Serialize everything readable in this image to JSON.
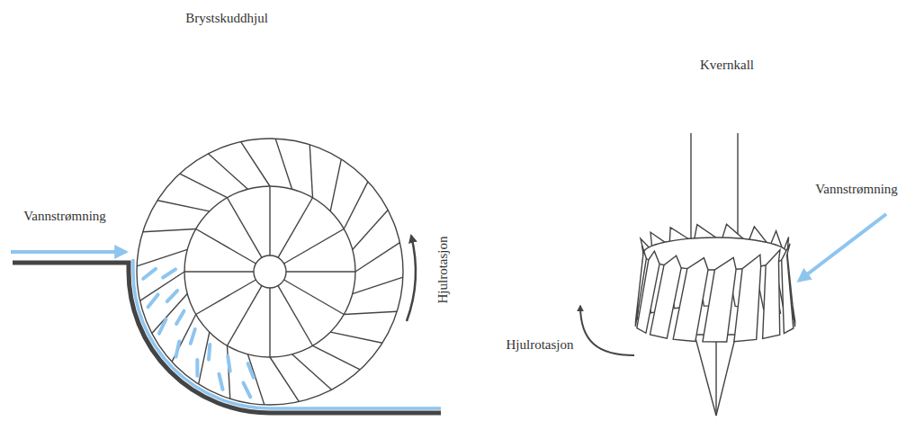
{
  "diagram": {
    "labels": [
      "Brystskuddhjul",
      "Vannstrømning",
      "Hjulrotasjon",
      "Kvernkall",
      "Vannstrømning",
      "Hjulrotasjon"
    ]
  }
}
